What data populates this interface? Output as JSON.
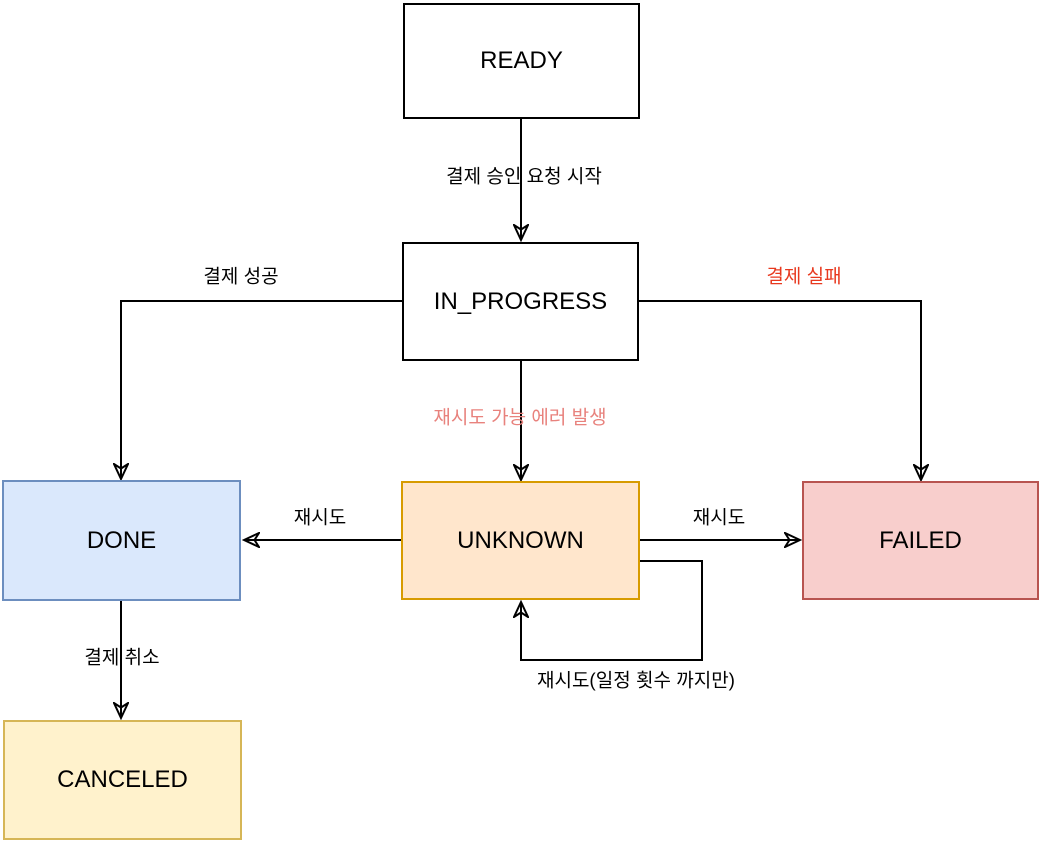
{
  "diagram": {
    "type": "state-diagram",
    "background_color": "#FFFFFF",
    "line_color": "#000000"
  },
  "nodes": [
    {
      "id": "ready",
      "label": "READY",
      "fill": "#FFFFFF",
      "stroke": "#000000"
    },
    {
      "id": "in_progress",
      "label": "IN_PROGRESS",
      "fill": "#FFFFFF",
      "stroke": "#000000"
    },
    {
      "id": "done",
      "label": "DONE",
      "fill": "#DAE8FC",
      "stroke": "#6C8EBF"
    },
    {
      "id": "unknown",
      "label": "UNKNOWN",
      "fill": "#FFE6CC",
      "stroke": "#D79B00"
    },
    {
      "id": "failed",
      "label": "FAILED",
      "fill": "#F8CECC",
      "stroke": "#B85450"
    },
    {
      "id": "canceled",
      "label": "CANCELED",
      "fill": "#FFF2CC",
      "stroke": "#D6B656"
    }
  ],
  "edges": [
    {
      "from": "ready",
      "to": "in_progress",
      "label": "결제 승인 요청 시작",
      "label_color": "#000000"
    },
    {
      "from": "in_progress",
      "to": "done",
      "label": "결제 성공",
      "label_color": "#000000"
    },
    {
      "from": "in_progress",
      "to": "failed",
      "label": "결제 실패",
      "label_color": "#E8391F"
    },
    {
      "from": "in_progress",
      "to": "unknown",
      "label": "재시도 가능 에러 발생",
      "label_color": "#E8827D"
    },
    {
      "from": "unknown",
      "to": "done",
      "label": "재시도",
      "label_color": "#000000"
    },
    {
      "from": "unknown",
      "to": "failed",
      "label": "재시도",
      "label_color": "#000000"
    },
    {
      "from": "unknown",
      "to": "unknown",
      "label": "재시도(일정 횟수 까지만)",
      "label_color": "#000000"
    },
    {
      "from": "done",
      "to": "canceled",
      "label": "결제 취소",
      "label_color": "#000000"
    }
  ]
}
